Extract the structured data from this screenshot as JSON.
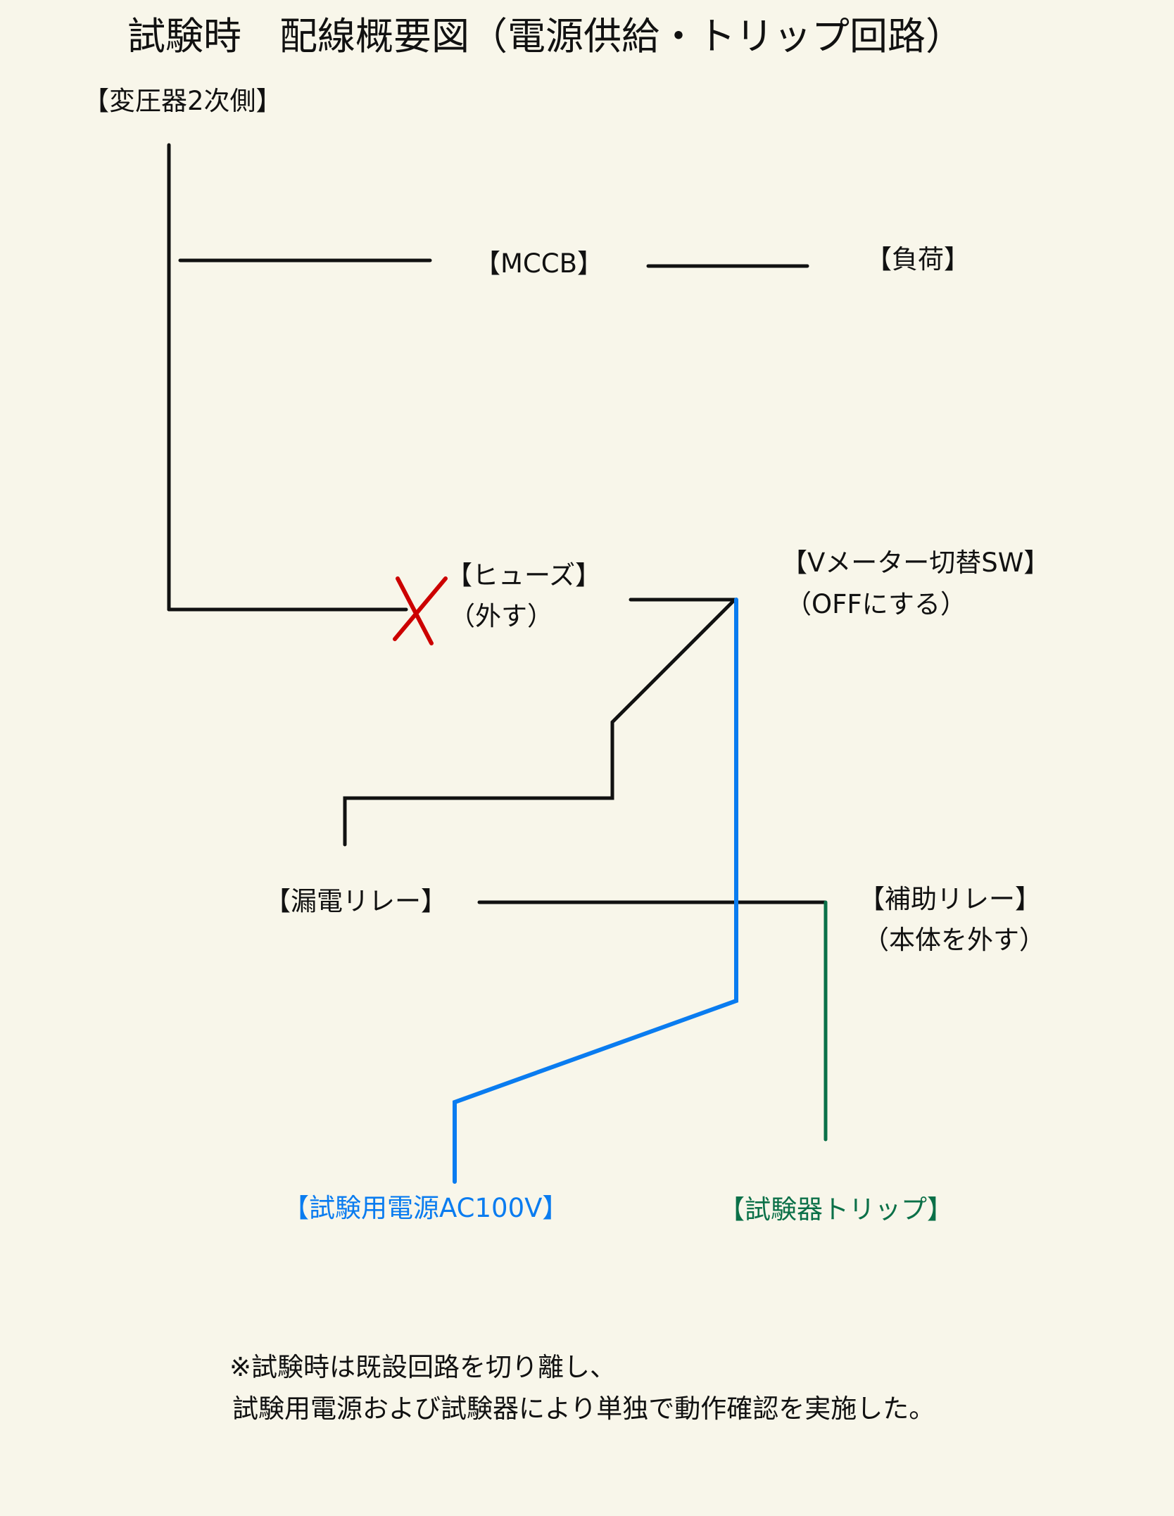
{
  "title": "試験時　配線概要図（電源供給・トリップ回路）",
  "labels": {
    "transformer": "【変圧器2次側】",
    "mccb": "【MCCB】",
    "load": "【負荷】",
    "fuse": "【ヒューズ】",
    "fuse_note": "（外す）",
    "vmeter_sw": "【Vメーター切替SW】",
    "vmeter_note": "（OFFにする）",
    "elcb_relay": "【漏電リレー】",
    "aux_relay": "【補助リレー】",
    "aux_note": "（本体を外す）",
    "test_power": "【試験用電源AC100V】",
    "tester_trip": "【試験器トリップ】"
  },
  "note": {
    "line1": "※試験時は既設回路を切り離し、",
    "line2": "試験用電源および試験器により単独で動作確認を実施した。"
  },
  "colors": {
    "background": "#f8f6ea",
    "wire": "#111111",
    "removed_mark": "#cc0000",
    "test_power": "#0a7cf0",
    "trip": "#0b7048"
  }
}
